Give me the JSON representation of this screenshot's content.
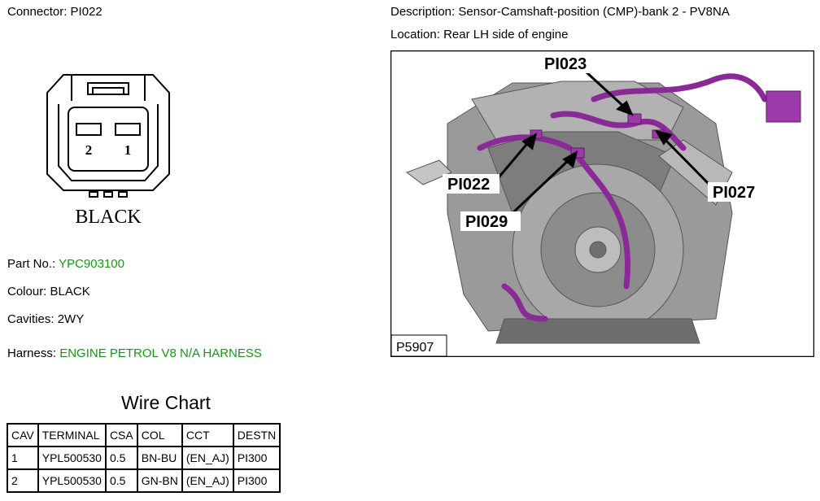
{
  "connector": {
    "label": "Connector:",
    "value": "PI022"
  },
  "description": {
    "label": "Description:",
    "value": "Sensor-Camshaft-position (CMP)-bank 2 - PV8NA"
  },
  "location": {
    "label": "Location:",
    "value": "Rear LH side of engine"
  },
  "drawing": {
    "pin_left": "2",
    "pin_right": "1",
    "colour_label": "BLACK"
  },
  "photo": {
    "figure_id": "P5907",
    "callouts": [
      "PI023",
      "PI022",
      "PI029",
      "PI027"
    ]
  },
  "part": {
    "label": "Part No.:",
    "value": "YPC903100"
  },
  "colour": {
    "label": "Colour:",
    "value": "BLACK"
  },
  "cavities": {
    "label": "Cavities:",
    "value": "2WY"
  },
  "harness": {
    "label": "Harness:",
    "value": "ENGINE PETROL V8 N/A HARNESS"
  },
  "wire_chart": {
    "title": "Wire Chart",
    "headers": [
      "CAV",
      "TERMINAL",
      "CSA",
      "COL",
      "CCT",
      "DESTN"
    ],
    "rows": [
      [
        "1",
        "YPL500530",
        "0.5",
        "BN-BU",
        "(EN_AJ)",
        "PI300"
      ],
      [
        "2",
        "YPL500530",
        "0.5",
        "GN-BN",
        "(EN_AJ)",
        "PI300"
      ]
    ]
  },
  "colors": {
    "value_green": "#139a13",
    "harness_purple": "#8a2a96"
  }
}
